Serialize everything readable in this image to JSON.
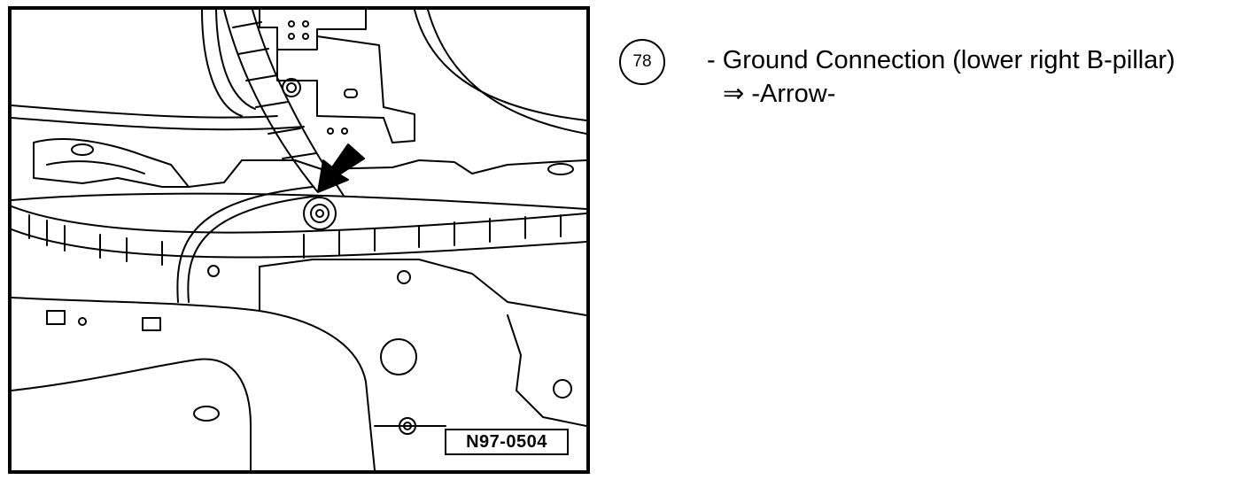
{
  "figure": {
    "reference": "N97-0504"
  },
  "legend": {
    "callout_number": "78",
    "line1": "- Ground Connection (lower right B-pillar)",
    "line2": "⇒ -Arrow-"
  }
}
